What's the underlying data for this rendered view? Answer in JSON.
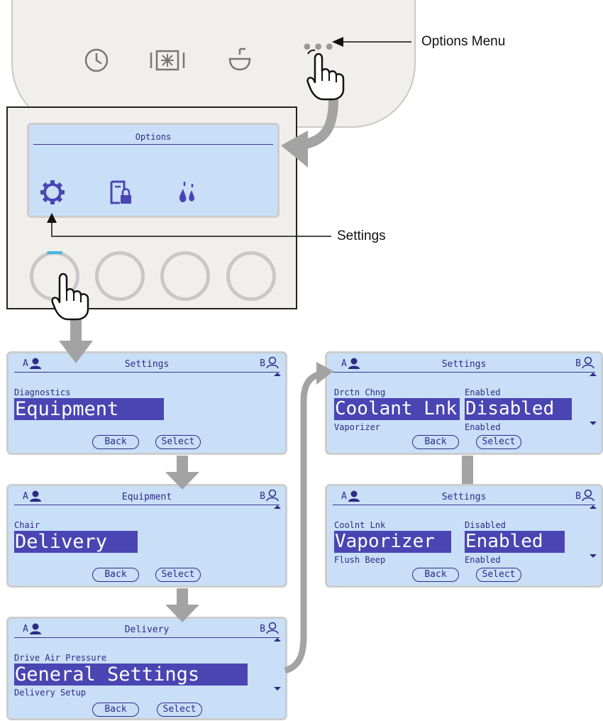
{
  "top_panel": {
    "icons": [
      "clock-icon",
      "heater-icon",
      "cup-fill-icon",
      "more-dots-icon"
    ],
    "options_menu_label": "Options Menu"
  },
  "options_screen": {
    "title": "Options",
    "icons": [
      "gear-icon",
      "lock-device-icon",
      "drops-icon"
    ],
    "settings_label": "Settings"
  },
  "screens": {
    "s1": {
      "user_a": "A",
      "user_b": "B",
      "title": "Settings",
      "above": "Diagnostics",
      "selected": "Equipment",
      "below": "",
      "back": "Back",
      "select": "Select"
    },
    "s2": {
      "user_a": "A",
      "user_b": "B",
      "title": "Equipment",
      "above": "Chair",
      "selected": "Delivery",
      "below": "",
      "back": "Back",
      "select": "Select"
    },
    "s3": {
      "user_a": "A",
      "user_b": "B",
      "title": "Delivery",
      "above": "Drive Air Pressure",
      "selected": "General Settings",
      "below": "Delivery Setup",
      "back": "Back",
      "select": "Select"
    },
    "s4": {
      "user_a": "A",
      "user_b": "B",
      "title": "Settings",
      "above": "Drctn Chng",
      "above_value": "Enabled",
      "selected": "Coolant Lnk",
      "selected_value": "Disabled",
      "below": "Vaporizer",
      "below_value": "Enabled",
      "back": "Back",
      "select": "Select"
    },
    "s5": {
      "user_a": "A",
      "user_b": "B",
      "title": "Settings",
      "above": "Coolnt Lnk",
      "above_value": "Disabled",
      "selected": "Vaporizer",
      "selected_value": "Enabled",
      "below": "Flush Beep",
      "below_value": "Enabled",
      "back": "Back",
      "select": "Select"
    }
  },
  "colors": {
    "lcd_bg": "#c8dff7",
    "lcd_text": "#2e2a86",
    "highlight": "#4a45b3",
    "panel": "#f0efeb",
    "arrow": "#a3a3a3"
  }
}
